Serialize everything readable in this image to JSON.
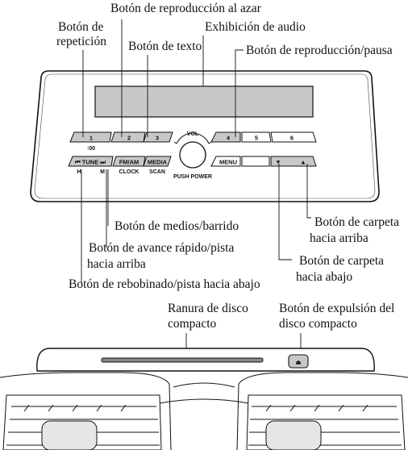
{
  "labels": {
    "repeat_line1": "Botón de",
    "repeat_line2": "repetición",
    "shuffle": "Botón de reproducción al azar",
    "text": "Botón de texto",
    "audio_display": "Exhibición de audio",
    "play_pause": "Botón de reproducción/pausa",
    "media_scan": "Botón de medios/barrido",
    "folder_up_line1": "Botón de carpeta",
    "folder_up_line2": "hacia arriba",
    "fast_forward_line1": "Botón de avance rápido/pista",
    "fast_forward_line2": "hacia arriba",
    "folder_down_line1": "Botón de carpeta",
    "folder_down_line2": "hacia abajo",
    "rewind": "Botón de rebobinado/pista hacia abajo",
    "cd_slot_line1": "Ranura de disco",
    "cd_slot_line2": "compacto",
    "eject_line1": "Botón de expulsión del",
    "eject_line2": "disco compacto"
  },
  "unit": {
    "presets": [
      "1",
      "2",
      "3",
      "4",
      "5",
      "6"
    ],
    "preset1_sub": ":00",
    "tune": "TUNE",
    "tune_sub_h": "H",
    "tune_sub_m": "M",
    "fm_am": "FM/AM",
    "clock": "CLOCK",
    "media": "MEDIA",
    "scan": "SCAN",
    "vol": "VOL",
    "push_power": "PUSH POWER",
    "menu": "MENU",
    "folder_down_symbol": "▼",
    "folder_up_symbol": "▲",
    "eject_symbol": "⏏"
  }
}
